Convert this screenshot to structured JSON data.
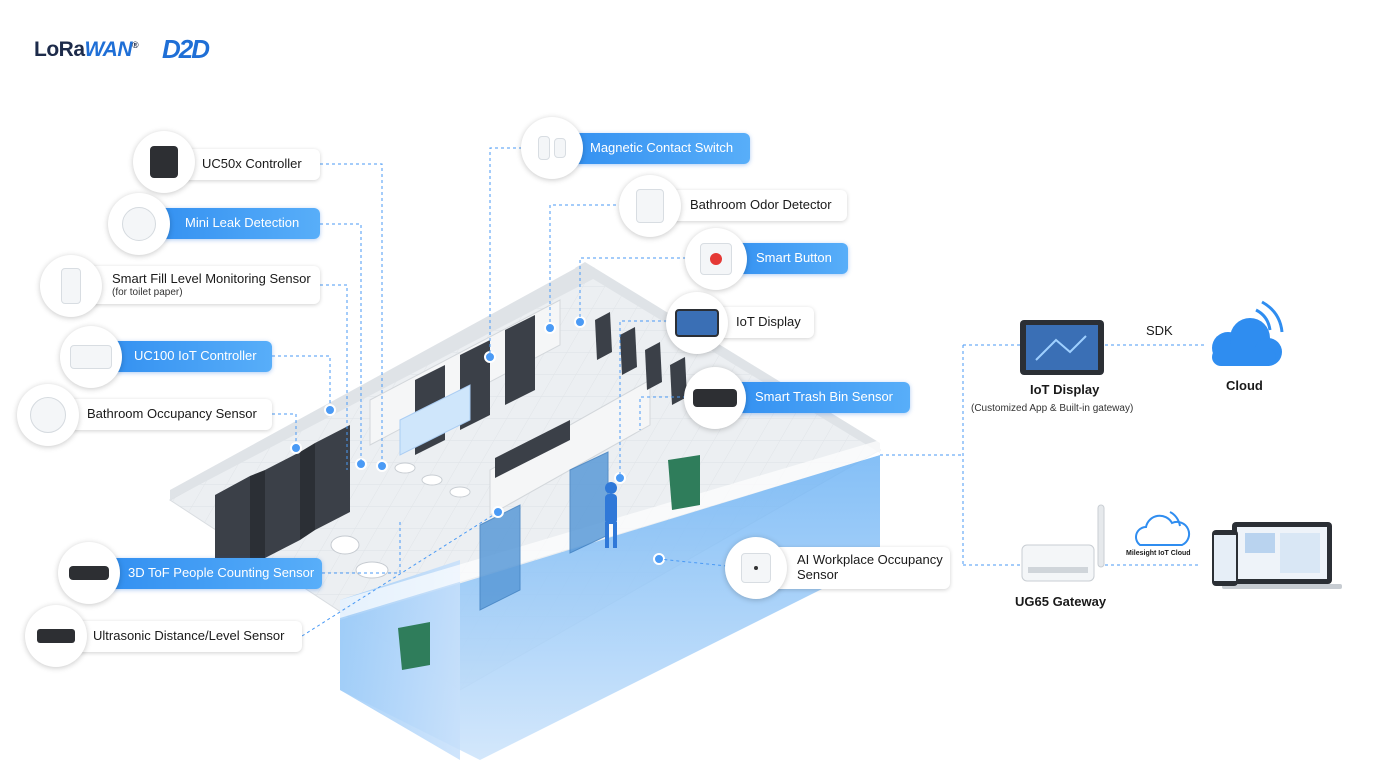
{
  "logos": {
    "lora_prefix": "LoRa",
    "lora_suffix": "WAN",
    "lora_mark": "®",
    "d2d": "D2D"
  },
  "callouts": {
    "uc50x": "UC50x Controller",
    "mini_leak": "Mini Leak Detection",
    "fill_level": "Smart Fill Level Monitoring Sensor",
    "fill_level_sub": "(for toilet paper)",
    "uc100": "UC100 IoT Controller",
    "occupancy": "Bathroom Occupancy Sensor",
    "tof": "3D ToF People Counting Sensor",
    "ultrasonic": "Ultrasonic Distance/Level Sensor",
    "magnetic": "Magnetic Contact Switch",
    "odor": "Bathroom Odor Detector",
    "smart_button": "Smart Button",
    "iot_display": "IoT Display",
    "trash_bin": "Smart Trash Bin Sensor",
    "ai_occupancy_line1": "AI Workplace Occupancy",
    "ai_occupancy_line2": "Sensor"
  },
  "network": {
    "display_title": "IoT Display",
    "display_sub": "(Customized App & Built-in gateway)",
    "sdk": "SDK",
    "cloud": "Cloud",
    "gateway": "UG65 Gateway",
    "milesight_cloud": "Milesight IoT Cloud"
  },
  "colors": {
    "accent_blue": "#2f8df0",
    "dashed_line": "#4a9af5",
    "floor": "#e9edf1",
    "stall": "#3b4048",
    "wall_blue": "#8ec3f7"
  }
}
